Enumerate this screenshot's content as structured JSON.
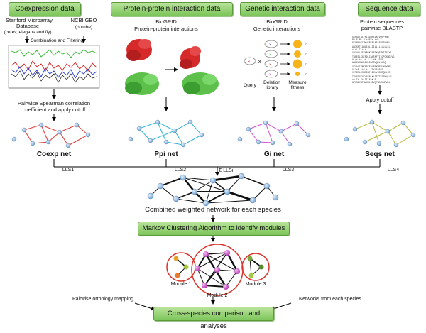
{
  "headers": {
    "coexp": "Coexpression data",
    "ppi": "Protein-protein interaction data",
    "gi": "Genetic interaction data",
    "seq": "Sequence data",
    "mcl": "Markov Clustering Algorithm to identify modules",
    "cross": "Cross-species comparison and analyses"
  },
  "coexp": {
    "db_line1": "Stanford Microarray",
    "db_line2": "Database",
    "db_sub": "(cerev, elegans and fly)",
    "geo_line1": "NCBI GEO",
    "geo_sub": "(pombe)",
    "combine": "Combination and Filtering",
    "spearman_line1": "Pairwise Spearman correlation",
    "spearman_line2": "coefficient and apply cutoff",
    "net": "Coexp net",
    "lls": "LLS1"
  },
  "ppi": {
    "source": "BioGRID",
    "desc": "Protein-protein interactions",
    "net": "Ppi net",
    "lls": "LLS2"
  },
  "gi": {
    "source": "BioGRID",
    "desc": "Genetic interactions",
    "query": "Query",
    "deletion_line1": "Deletion",
    "deletion_line2": "library",
    "fitness_line1": "Measure",
    "fitness_line2": "fitness",
    "net": "Gi net",
    "lls": "LLS3"
  },
  "seq": {
    "line1": "Protein sequences",
    "line2": "pairwise BLASTP",
    "cutoff": "Apply cutoff",
    "net": "Seqs net",
    "lls": "LLS4"
  },
  "combined": {
    "sum": "Σ LLSi",
    "label": "Combined weighted network for each species"
  },
  "modules": {
    "m1": "Module 1",
    "m2": "Module 2",
    "m3": "Module 3"
  },
  "bottom": {
    "left": "Pairwise orthology mapping",
    "right": "Networks from each species"
  },
  "colors": {
    "header_green": "#7cc55a",
    "node_blue": "#9ec4e8",
    "module_ring": "#d8342c",
    "protein_red": "#d62a2a",
    "protein_green": "#5cc04a"
  }
}
